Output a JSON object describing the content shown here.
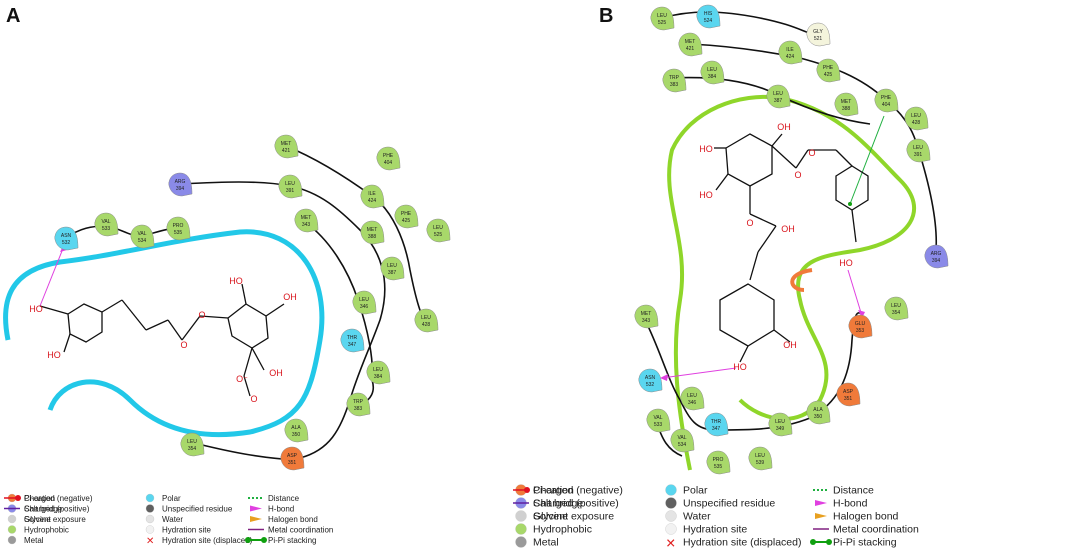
{
  "panels": [
    {
      "label": "A",
      "residues": [
        {
          "name": "ASN",
          "num": "532",
          "type": "polar",
          "color": "#5ad6ef"
        },
        {
          "name": "VAL",
          "num": "533",
          "type": "hydrophobic",
          "color": "#a8d86a"
        },
        {
          "name": "VAL",
          "num": "534",
          "type": "hydrophobic",
          "color": "#a8d86a"
        },
        {
          "name": "PRO",
          "num": "535",
          "type": "hydrophobic",
          "color": "#a8d86a"
        },
        {
          "name": "ARG",
          "num": "394",
          "type": "positive",
          "color": "#8a8ae8"
        },
        {
          "name": "MET",
          "num": "421",
          "type": "hydrophobic",
          "color": "#a8d86a"
        },
        {
          "name": "PHE",
          "num": "404",
          "type": "hydrophobic",
          "color": "#a8d86a"
        },
        {
          "name": "LEU",
          "num": "391",
          "type": "hydrophobic",
          "color": "#a8d86a"
        },
        {
          "name": "ILE",
          "num": "424",
          "type": "hydrophobic",
          "color": "#a8d86a"
        },
        {
          "name": "PHE",
          "num": "425",
          "type": "hydrophobic",
          "color": "#a8d86a"
        },
        {
          "name": "LEU",
          "num": "525",
          "type": "hydrophobic",
          "color": "#a8d86a"
        },
        {
          "name": "MET",
          "num": "343",
          "type": "hydrophobic",
          "color": "#a8d86a"
        },
        {
          "name": "MET",
          "num": "388",
          "type": "hydrophobic",
          "color": "#a8d86a"
        },
        {
          "name": "LEU",
          "num": "387",
          "type": "hydrophobic",
          "color": "#a8d86a"
        },
        {
          "name": "LEU",
          "num": "346",
          "type": "hydrophobic",
          "color": "#a8d86a"
        },
        {
          "name": "LEU",
          "num": "428",
          "type": "hydrophobic",
          "color": "#a8d86a"
        },
        {
          "name": "THR",
          "num": "347",
          "type": "polar",
          "color": "#5ad6ef"
        },
        {
          "name": "LEU",
          "num": "384",
          "type": "hydrophobic",
          "color": "#a8d86a"
        },
        {
          "name": "TRP",
          "num": "383",
          "type": "hydrophobic",
          "color": "#a8d86a"
        },
        {
          "name": "ALA",
          "num": "350",
          "type": "hydrophobic",
          "color": "#a8d86a"
        },
        {
          "name": "LEU",
          "num": "354",
          "type": "hydrophobic",
          "color": "#a8d86a"
        },
        {
          "name": "ASP",
          "num": "351",
          "type": "negative",
          "color": "#f07a3a"
        }
      ],
      "atoms": [
        "HO",
        "HO",
        "HO",
        "OH",
        "O",
        "O",
        "O⁻",
        "O",
        "OH"
      ]
    },
    {
      "label": "B",
      "residues": [
        {
          "name": "LEU",
          "num": "525",
          "type": "hydrophobic",
          "color": "#a8d86a"
        },
        {
          "name": "HIS",
          "num": "524",
          "type": "polar",
          "color": "#5ad6ef"
        },
        {
          "name": "GLY",
          "num": "521",
          "type": "glycine",
          "color": "#f4f4dc"
        },
        {
          "name": "MET",
          "num": "421",
          "type": "hydrophobic",
          "color": "#a8d86a"
        },
        {
          "name": "ILE",
          "num": "424",
          "type": "hydrophobic",
          "color": "#a8d86a"
        },
        {
          "name": "PHE",
          "num": "425",
          "type": "hydrophobic",
          "color": "#a8d86a"
        },
        {
          "name": "TRP",
          "num": "383",
          "type": "hydrophobic",
          "color": "#a8d86a"
        },
        {
          "name": "LEU",
          "num": "384",
          "type": "hydrophobic",
          "color": "#a8d86a"
        },
        {
          "name": "LEU",
          "num": "387",
          "type": "hydrophobic",
          "color": "#a8d86a"
        },
        {
          "name": "MET",
          "num": "388",
          "type": "hydrophobic",
          "color": "#a8d86a"
        },
        {
          "name": "PHE",
          "num": "404",
          "type": "hydrophobic",
          "color": "#a8d86a"
        },
        {
          "name": "LEU",
          "num": "428",
          "type": "hydrophobic",
          "color": "#a8d86a"
        },
        {
          "name": "LEU",
          "num": "391",
          "type": "hydrophobic",
          "color": "#a8d86a"
        },
        {
          "name": "ARG",
          "num": "394",
          "type": "positive",
          "color": "#8a8ae8"
        },
        {
          "name": "GLU",
          "num": "353",
          "type": "negative",
          "color": "#f07a3a"
        },
        {
          "name": "LEU",
          "num": "354",
          "type": "hydrophobic",
          "color": "#a8d86a"
        },
        {
          "name": "MET",
          "num": "343",
          "type": "hydrophobic",
          "color": "#a8d86a"
        },
        {
          "name": "ASP",
          "num": "351",
          "type": "negative",
          "color": "#f07a3a"
        },
        {
          "name": "ASN",
          "num": "532",
          "type": "polar",
          "color": "#5ad6ef"
        },
        {
          "name": "LEU",
          "num": "346",
          "type": "hydrophobic",
          "color": "#a8d86a"
        },
        {
          "name": "VAL",
          "num": "533",
          "type": "hydrophobic",
          "color": "#a8d86a"
        },
        {
          "name": "THR",
          "num": "347",
          "type": "polar",
          "color": "#5ad6ef"
        },
        {
          "name": "LEU",
          "num": "349",
          "type": "hydrophobic",
          "color": "#a8d86a"
        },
        {
          "name": "ALA",
          "num": "350",
          "type": "hydrophobic",
          "color": "#a8d86a"
        },
        {
          "name": "VAL",
          "num": "534",
          "type": "hydrophobic",
          "color": "#a8d86a"
        },
        {
          "name": "PRO",
          "num": "535",
          "type": "hydrophobic",
          "color": "#a8d86a"
        },
        {
          "name": "LEU",
          "num": "539",
          "type": "hydrophobic",
          "color": "#a8d86a"
        }
      ],
      "atoms": [
        "OH",
        "HO",
        "HO",
        "O",
        "O",
        "O",
        "HO",
        "OH",
        "OH",
        "HO"
      ]
    }
  ],
  "legend": {
    "residue_types": [
      {
        "label": "Charged (negative)",
        "color": "#f07a3a"
      },
      {
        "label": "Charged (positive)",
        "color": "#8a8ae8"
      },
      {
        "label": "Glycine",
        "color": "#f4f4dc"
      },
      {
        "label": "Hydrophobic",
        "color": "#a8d86a"
      },
      {
        "label": "Metal",
        "color": "#9a9a9a"
      }
    ],
    "other_types": [
      {
        "label": "Polar",
        "color": "#5ad6ef"
      },
      {
        "label": "Unspecified residue",
        "color": "#606060"
      },
      {
        "label": "Water",
        "color": "#e4e4e4"
      },
      {
        "label": "Hydration site",
        "color": "#f2f2f2"
      },
      {
        "label": "Hydration site (displaced)",
        "color": "#e02020"
      }
    ],
    "interactions": [
      {
        "label": "Distance",
        "color": "#20b040"
      },
      {
        "label": "H-bond",
        "color": "#e040e0"
      },
      {
        "label": "Halogen bond",
        "color": "#e8a020"
      },
      {
        "label": "Metal coordination",
        "color": "#802080"
      },
      {
        "label": "Pi-Pi stacking",
        "color": "#10a010"
      }
    ],
    "other_interactions": [
      {
        "label": "Pi-cation",
        "color": "#e01020"
      },
      {
        "label": "Salt bridge",
        "color": "#6020a0"
      },
      {
        "label": "Solvent exposure",
        "color": "#d0d0d0"
      }
    ]
  }
}
